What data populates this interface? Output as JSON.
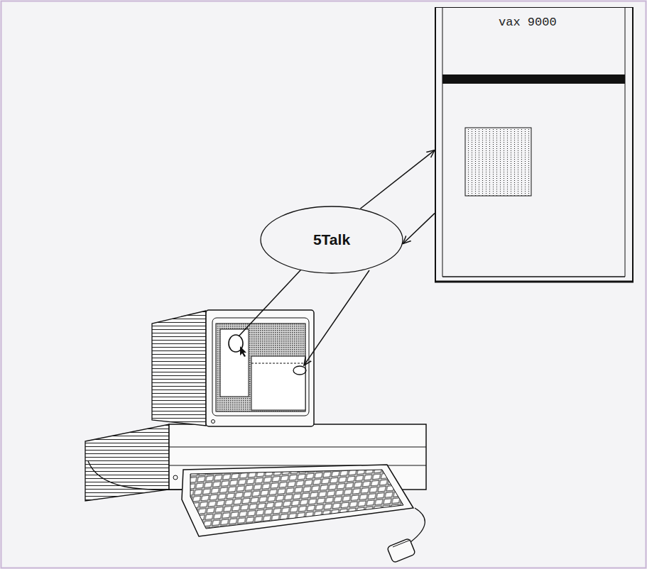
{
  "diagram": {
    "nodes": [
      {
        "text": [
          "vax 9000"
        ]
      },
      {
        "text": [
          "5Talk"
        ]
      }
    ],
    "edges": [
      {
        "from": 1,
        "to": 0,
        "arrow": "to"
      },
      {
        "from": 0,
        "to": 1,
        "arrow": "to"
      }
    ]
  }
}
